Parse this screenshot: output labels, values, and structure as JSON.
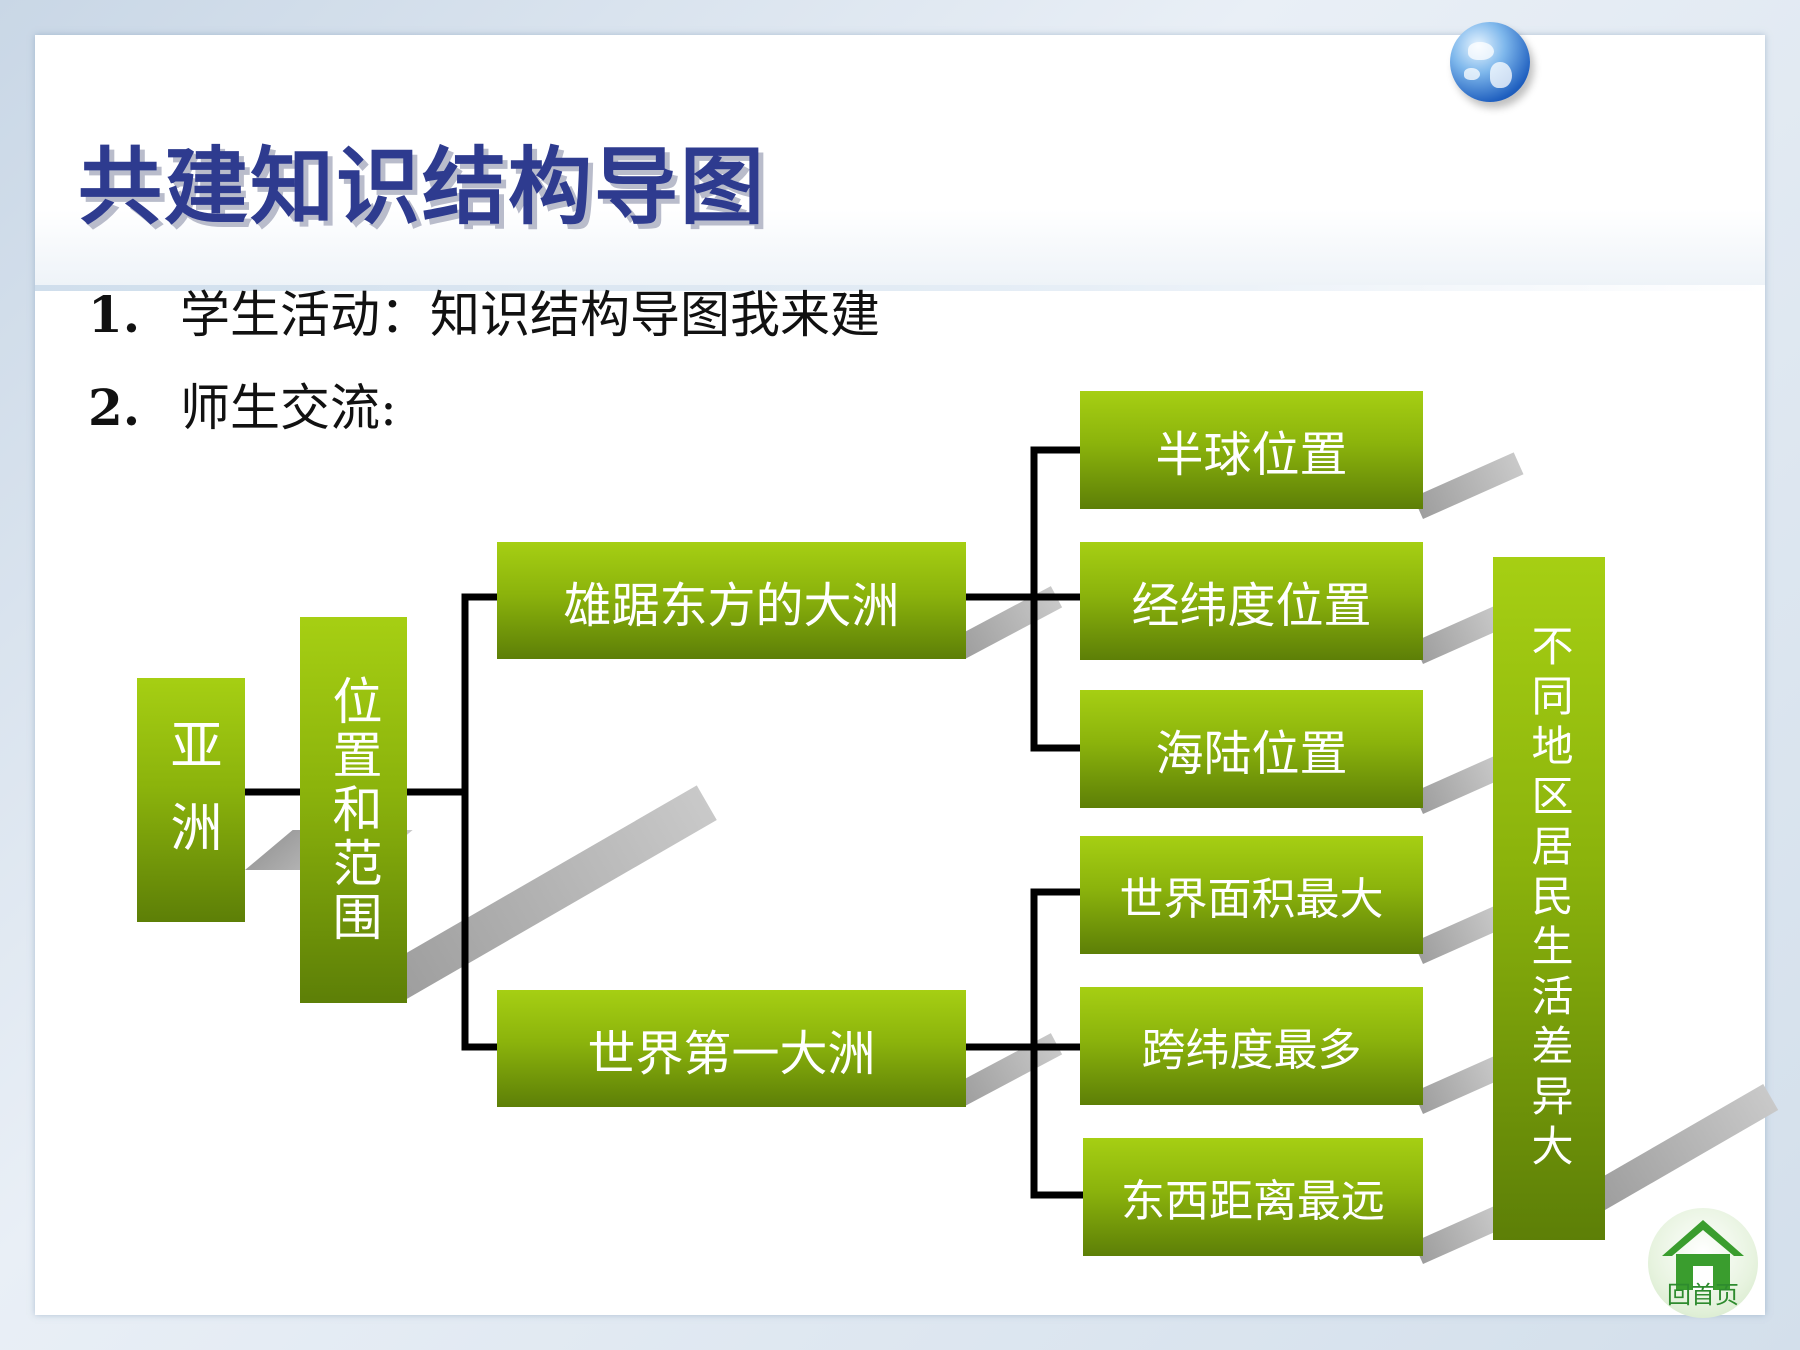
{
  "title": "共建知识结构导图",
  "items": [
    {
      "num": "1.",
      "text": "学生活动：知识结构导图我来建"
    },
    {
      "num": "2.",
      "text": "师生交流:"
    }
  ],
  "diagram": {
    "root": "亚洲",
    "branch": "位置和范围",
    "group_a": "雄踞东方的大洲",
    "group_b": "世界第一大洲",
    "a_children": [
      "半球位置",
      "经纬度位置",
      "海陆位置"
    ],
    "b_children": [
      "世界面积最大",
      "跨纬度最多",
      "东西距离最远"
    ],
    "conclusion": "不同地区居民生活差异大"
  },
  "home_button": "回首页",
  "colors": {
    "node_top": "#a6cf13",
    "node_bottom": "#5d7f07",
    "title": "#2e3b8f",
    "connector": "#000000"
  }
}
